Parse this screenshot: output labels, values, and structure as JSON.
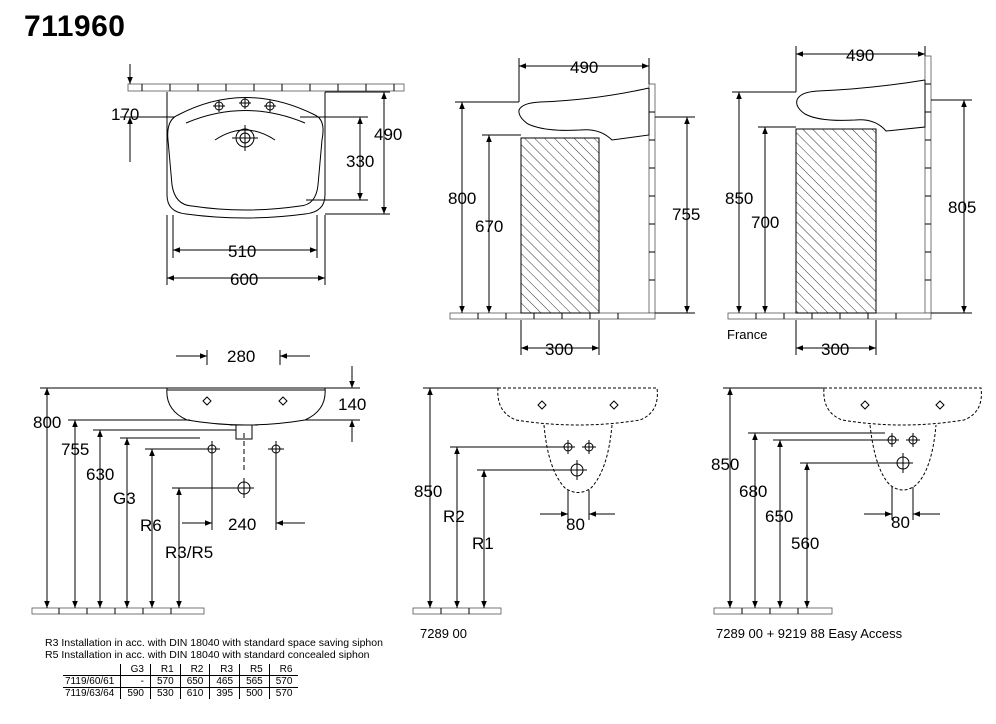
{
  "title": "711960",
  "top_view": {
    "d170": "170",
    "d490": "490",
    "d330": "330",
    "d510": "510",
    "d600": "600"
  },
  "side_view_1": {
    "d490": "490",
    "d800": "800",
    "d670": "670",
    "d755": "755",
    "d300": "300"
  },
  "side_view_2": {
    "d490": "490",
    "d850": "850",
    "d700": "700",
    "d805": "805",
    "d300": "300",
    "label": "France"
  },
  "front_view": {
    "d280": "280",
    "d140": "140",
    "d800": "800",
    "d755": "755",
    "d630": "630",
    "g3": "G3",
    "r6": "R6",
    "r3r5": "R3/R5",
    "d240": "240"
  },
  "pedestal_1": {
    "d850": "850",
    "r2": "R2",
    "r1": "R1",
    "d80": "80",
    "label": "7289 00"
  },
  "pedestal_2": {
    "d850": "850",
    "d680": "680",
    "d650": "650",
    "d560": "560",
    "d80": "80",
    "label": "7289 00 + 9219 88 Easy Access"
  },
  "notes": {
    "r3": "R3  Installation in acc. with DIN 18040 with standard space saving siphon",
    "r5": "R5  Installation in acc. with DIN 18040 with standard concealed siphon"
  },
  "spec_table": {
    "headers": [
      "",
      "G3",
      "R1",
      "R2",
      "R3",
      "R5",
      "R6"
    ],
    "rows": [
      [
        "7119/60/61",
        "-",
        "570",
        "650",
        "465",
        "565",
        "570"
      ],
      [
        "7119/63/64",
        "590",
        "530",
        "610",
        "395",
        "500",
        "570"
      ]
    ]
  }
}
